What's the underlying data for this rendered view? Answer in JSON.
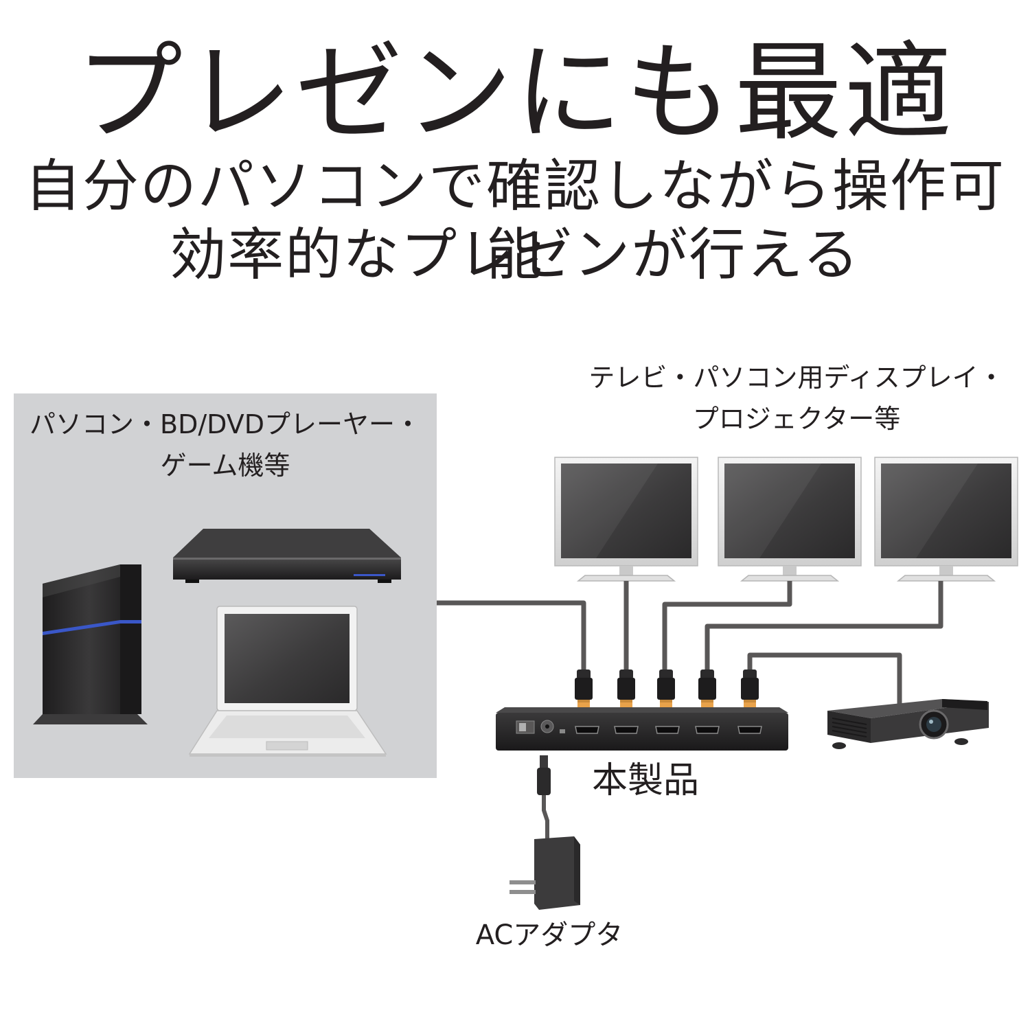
{
  "headline": {
    "title": "プレゼンにも最適",
    "subtitle_line1": "自分のパソコンで確認しながら操作可能",
    "subtitle_line2": "効率的なプレゼンが行える"
  },
  "labels": {
    "sources_line1": "パソコン・BD/DVDプレーヤー・",
    "sources_line2": "ゲーム機等",
    "displays_line1": "テレビ・パソコン用ディスプレイ・",
    "displays_line2": "プロジェクター等",
    "product": "本製品",
    "adapter": "ACアダプタ"
  },
  "icons": [
    "game-console-icon",
    "bd-dvd-player-icon",
    "laptop-icon",
    "monitor-icon",
    "projector-icon",
    "hdmi-splitter-icon",
    "hdmi-plug-icon",
    "ac-adapter-icon"
  ],
  "colors": {
    "text": "#231f20",
    "source_panel": "#d1d2d4",
    "cable": "#595757",
    "device_dark": "#2b2a2b",
    "accent_blue": "#3a57c8",
    "plug_tip": "#e8a24a"
  }
}
